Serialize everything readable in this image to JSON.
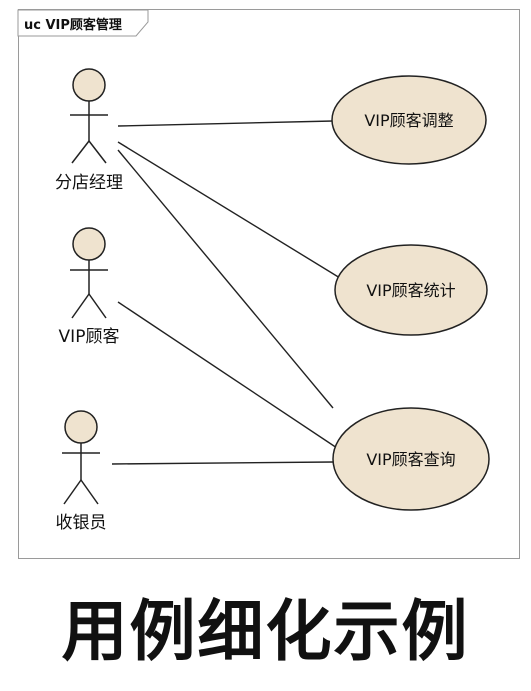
{
  "diagram": {
    "frame_title": "uc VIP顾客管理",
    "actors": [
      {
        "id": "branch-manager",
        "label": "分店经理"
      },
      {
        "id": "vip-customer",
        "label": "VIP顾客"
      },
      {
        "id": "cashier",
        "label": "收银员"
      }
    ],
    "use_cases": [
      {
        "id": "adjust",
        "label": "VIP顾客调整"
      },
      {
        "id": "statistics",
        "label": "VIP顾客统计"
      },
      {
        "id": "query",
        "label": "VIP顾客查询"
      }
    ],
    "associations": [
      {
        "actor": "branch-manager",
        "use_case": "adjust"
      },
      {
        "actor": "branch-manager",
        "use_case": "statistics"
      },
      {
        "actor": "branch-manager",
        "use_case": "query"
      },
      {
        "actor": "vip-customer",
        "use_case": "query"
      },
      {
        "actor": "cashier",
        "use_case": "query"
      }
    ],
    "colors": {
      "actor_head_fill": "#efe3cf",
      "usecase_fill": "#efe3cf",
      "stroke": "#222222",
      "frame_border": "#9a9a9a"
    }
  },
  "caption": "用例细化示例"
}
